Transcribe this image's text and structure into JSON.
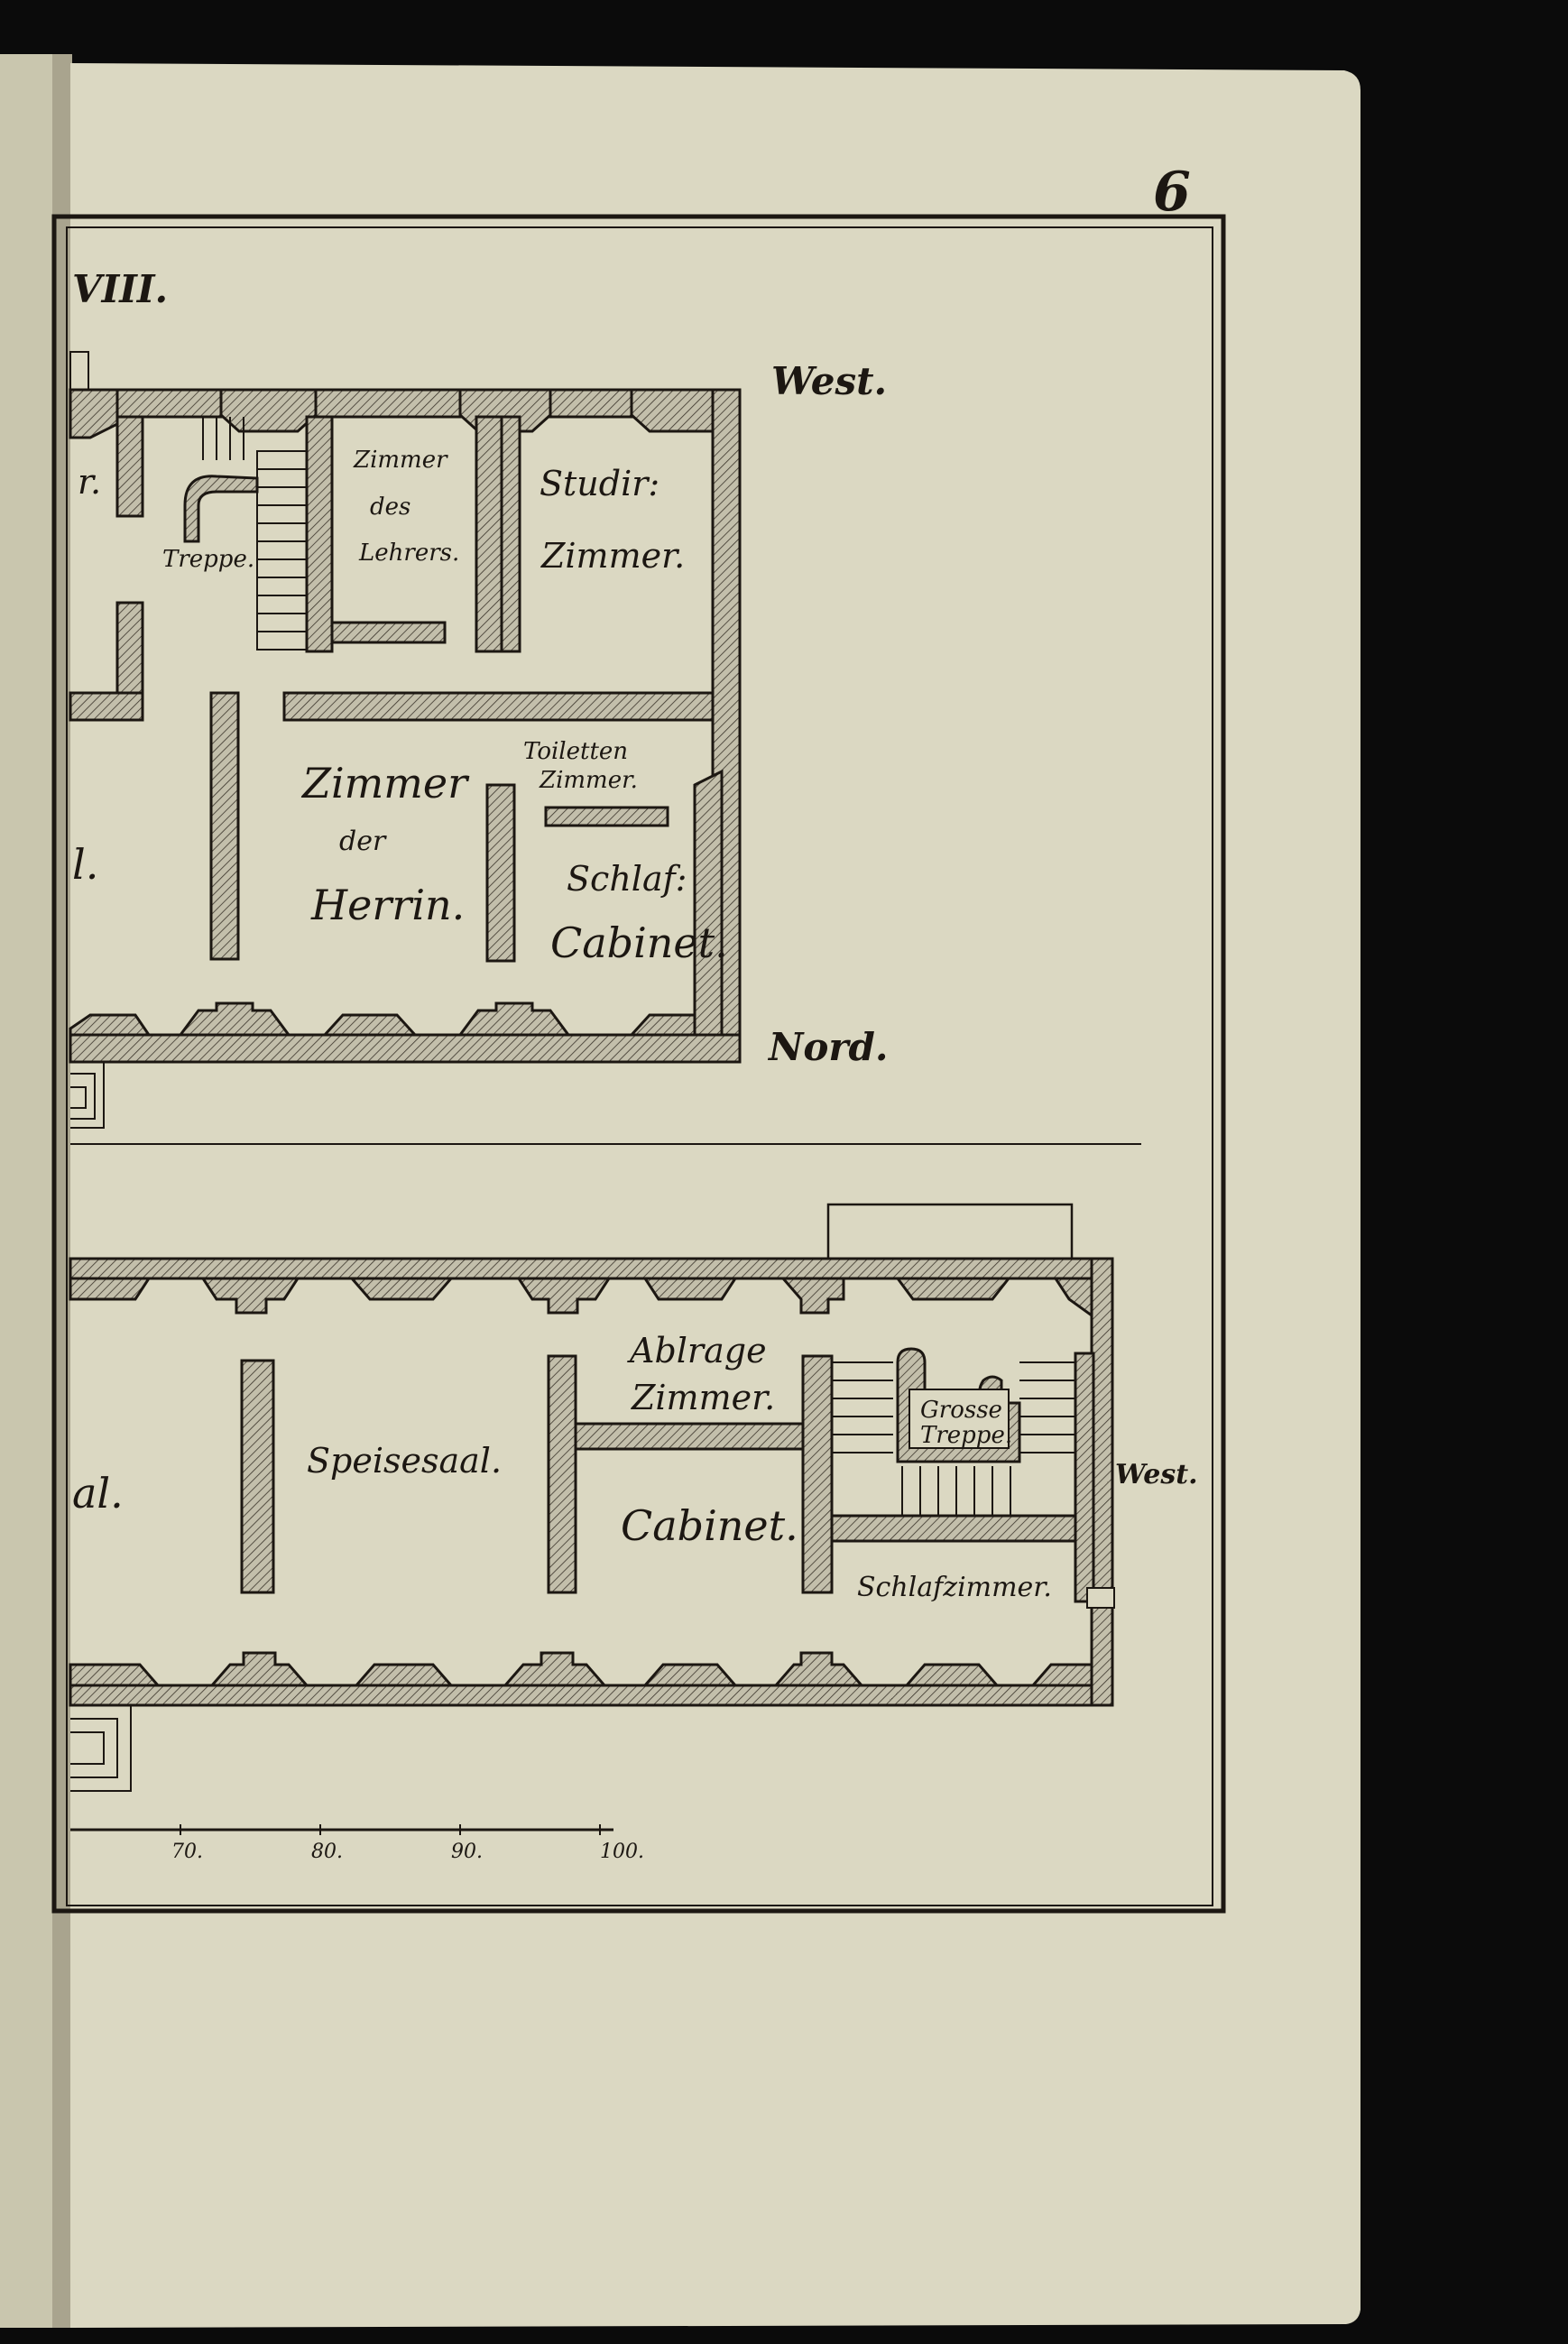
{
  "page": {
    "page_number": "6",
    "plate_number": "VIII."
  },
  "compass": {
    "west_top": "West.",
    "north_top": "Nord.",
    "west_bottom": "West."
  },
  "upper_floor": {
    "rooms": {
      "partial_left": "r.",
      "stairs": "Treppe.",
      "teacher_room_1": "Zimmer",
      "teacher_room_2": "des",
      "teacher_room_3": "Lehrers.",
      "study_room_1": "Studir:",
      "study_room_2": "Zimmer.",
      "mistress_room_1": "Zimmer",
      "mistress_room_2": "der",
      "mistress_room_3": "Herrin.",
      "toilet_room_1": "Toiletten",
      "toilet_room_2": "Zimmer.",
      "bedroom_cabinet_1": "Schlaf:",
      "bedroom_cabinet_2": "Cabinet.",
      "partial_left_lower": "l."
    }
  },
  "lower_floor": {
    "rooms": {
      "partial_left": "al.",
      "dining_hall": "Speisesaal.",
      "storage_room_1": "Ablrage",
      "storage_room_2": "Zimmer.",
      "grand_stairs_1": "Grosse",
      "grand_stairs_2": "Treppe.",
      "cabinet": "Cabinet.",
      "bedroom": "Schlafzimmer."
    }
  },
  "scale_bar": {
    "tick_labels": [
      "70.",
      "80.",
      "90.",
      "100."
    ]
  },
  "colors": {
    "paper": "#dbd8c2",
    "ink": "#1c1712",
    "wall_fill": "#bdb9a6",
    "left_page": "#c9c6ae"
  }
}
